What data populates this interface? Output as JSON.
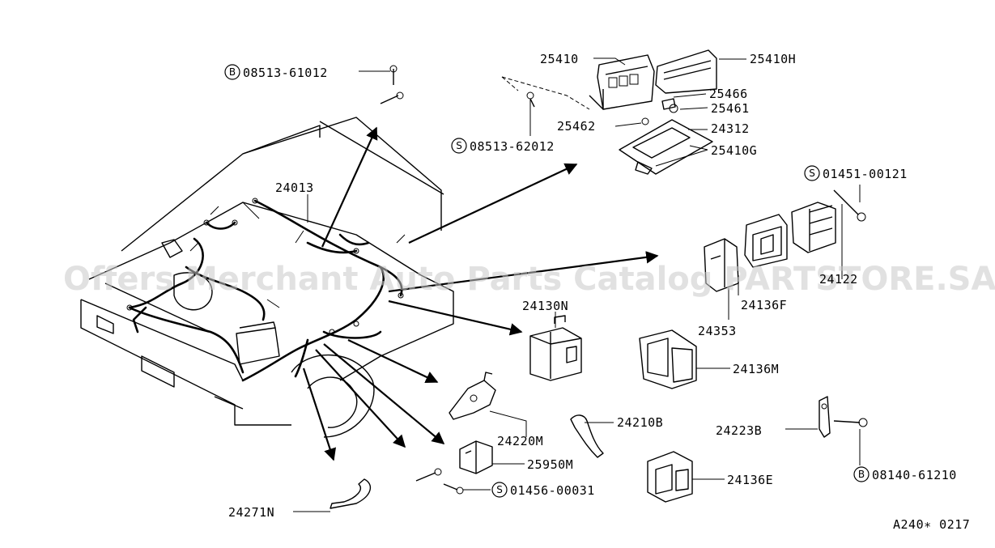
{
  "watermark": "Offers Merchant Auto Parts Catalog PARTSTORE.SA",
  "diagram_code": "A240∗ 0217",
  "labels": {
    "p25410": "25410",
    "p25410H": "25410H",
    "p25466": "25466",
    "p25461": "25461",
    "p25462": "25462",
    "p24312": "24312",
    "p25410G": "25410G",
    "p24013": "24013",
    "p24130N": "24130N",
    "p24122": "24122",
    "p24136F": "24136F",
    "p24353": "24353",
    "p24136M": "24136M",
    "p24220M": "24220M",
    "p24210B": "24210B",
    "p24223B": "24223B",
    "p25950M": "25950M",
    "p24136E": "24136E",
    "p24271N": "24271N"
  },
  "bolts": {
    "b1": {
      "prefix": "B",
      "number": "08513-61012"
    },
    "b2": {
      "prefix": "S",
      "number": "08513-62012"
    },
    "b3": {
      "prefix": "S",
      "number": "01451-00121"
    },
    "b4": {
      "prefix": "S",
      "number": "01456-00031"
    },
    "b5": {
      "prefix": "B",
      "number": "08140-61210"
    }
  }
}
